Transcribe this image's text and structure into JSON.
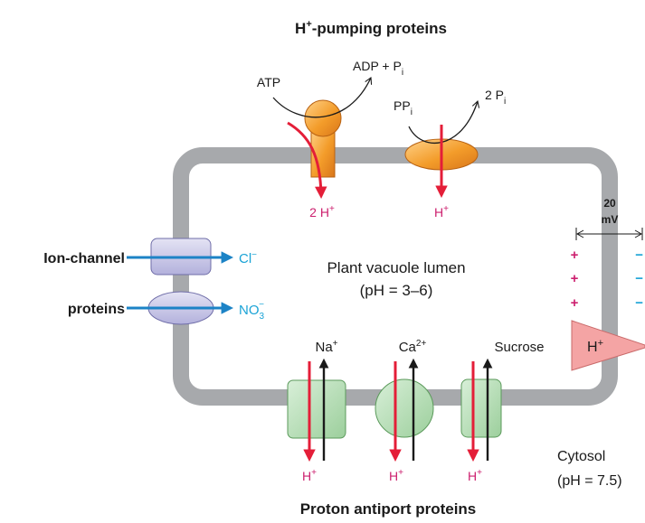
{
  "titles": {
    "top": "-pumping proteins",
    "top_prefix": "H",
    "top_sup": "+",
    "bottom": "Proton antiport proteins"
  },
  "compartments": {
    "lumen_line1": "Plant vacuole lumen",
    "lumen_line2": "(pH = 3–6)",
    "cytosol_line1": "Cytosol",
    "cytosol_line2": "(pH = 7.5)"
  },
  "atp_pump": {
    "substrate": "ATP",
    "product": "ADP + P",
    "product_sub": "i",
    "output": "2 H",
    "output_sup": "+"
  },
  "ppi_pump": {
    "substrate": "PP",
    "substrate_sub": "i",
    "product": "2 P",
    "product_sub": "i",
    "output": "H",
    "output_sup": "+"
  },
  "ion_channels": {
    "label_top": "Ion-channel",
    "label_bottom": "proteins",
    "ion1": "Cl",
    "ion1_sup": "−",
    "ion2": "NO",
    "ion2_sub": "3",
    "ion2_sup": "−"
  },
  "antiporters": [
    {
      "cargo": "Na",
      "cargo_sup": "+",
      "proton": "H",
      "proton_sup": "+"
    },
    {
      "cargo": "Ca",
      "cargo_sup": "2+",
      "proton": "H",
      "proton_sup": "+"
    },
    {
      "cargo": "Sucrose",
      "cargo_sup": "",
      "proton": "H",
      "proton_sup": "+"
    }
  ],
  "gradient": {
    "proton_label": "H",
    "proton_sup": "+",
    "potential_value": "20",
    "potential_unit": "mV",
    "plus": "+",
    "minus": "−"
  },
  "colors": {
    "membrane": "#a7a9ac",
    "atp_pump": "#f39c2a",
    "ion_channel": "#c5c4e6",
    "antiporter": "#b5dcb5",
    "proton_arrow": "#e41e38",
    "channel_arrow": "#1c83c6",
    "magenta_text": "#cc1f6e",
    "cyan_text": "#1aa3d6",
    "gradient_wedge": "#f4a4a4"
  }
}
